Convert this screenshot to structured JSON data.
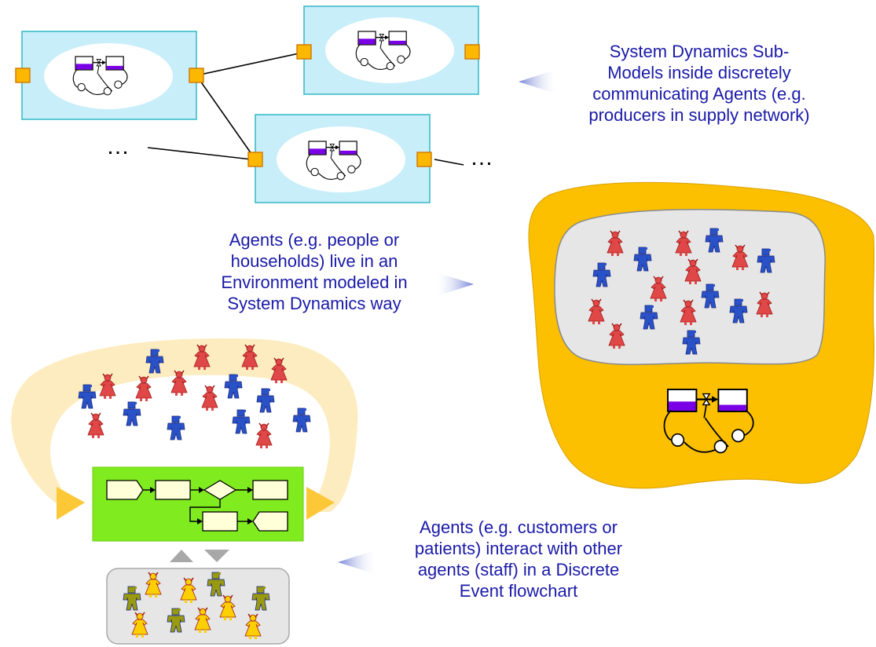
{
  "captions": {
    "sd_submodels": [
      "System Dynamics Sub-",
      "Models inside discretely",
      "communicating Agents (e.g.",
      "producers in supply network)"
    ],
    "agents_env": [
      "Agents (e.g. people or",
      "households) live in an",
      "Environment modeled in",
      "System Dynamics way"
    ],
    "agents_de": [
      "Agents (e.g. customers or",
      "patients) interact with other",
      "agents (staff) in a Discrete",
      "Event flowchart"
    ]
  },
  "ellipses": {
    "left": "…",
    "right": "…"
  },
  "colors": {
    "caption_text": "#1a1aa8",
    "agent_box_fill": "#c8eefa",
    "agent_box_border": "#3cbcc8",
    "port_fill": "#fcb800",
    "port_border": "#d07800",
    "environment_fill": "#fcc000",
    "environment_inner": "#e6e6e6",
    "stock_fill": "#7a00e6",
    "flowchart_bg": "#80ec20",
    "block_fill": "#ffffd8",
    "loop_fill": "#fde9b4",
    "arrow_yellow": "#fcc838",
    "arrow_blue": "#7a8ad8",
    "male_agent": "#2a52c8",
    "female_agent": "#e04848",
    "staff_male": "#9a9a10",
    "staff_female": "#fcd000",
    "staff_box": "#e6e6e6"
  }
}
